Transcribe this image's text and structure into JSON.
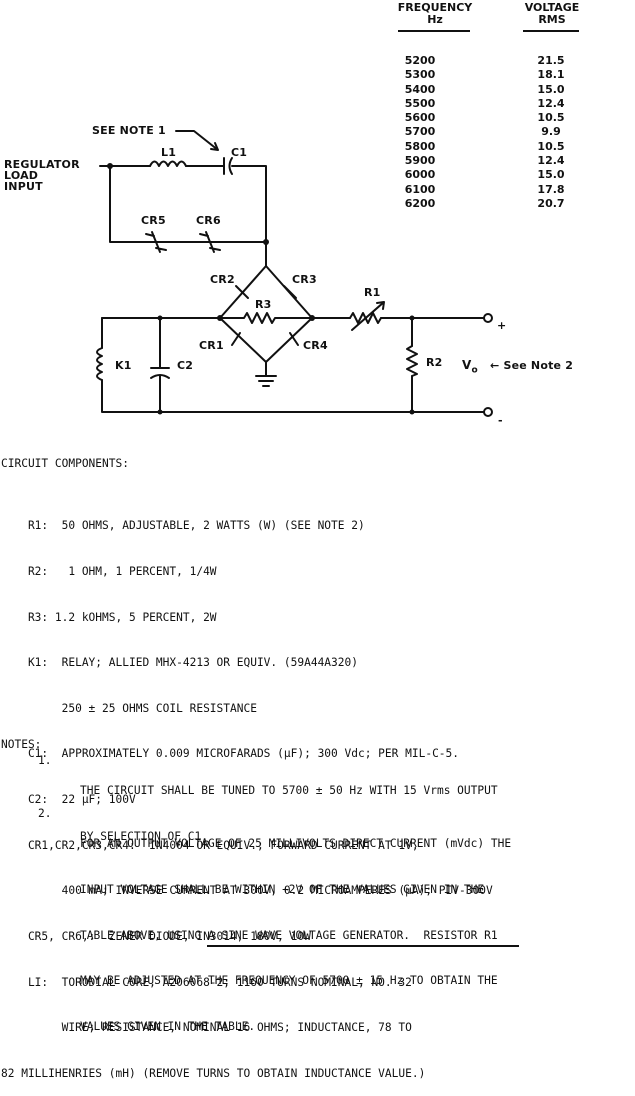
{
  "table": {
    "freq_header": [
      "FREQUENCY",
      "Hz"
    ],
    "volt_header": [
      "VOLTAGE",
      "RMS"
    ],
    "rows": [
      {
        "freq": "5200",
        "volt": "21.5"
      },
      {
        "freq": "5300",
        "volt": "18.1"
      },
      {
        "freq": "5400",
        "volt": "15.0"
      },
      {
        "freq": "5500",
        "volt": "12.4"
      },
      {
        "freq": "5600",
        "volt": "10.5"
      },
      {
        "freq": "5700",
        "volt": "9.9"
      },
      {
        "freq": "5800",
        "volt": "10.5"
      },
      {
        "freq": "5900",
        "volt": "12.4"
      },
      {
        "freq": "6000",
        "volt": "15.0"
      },
      {
        "freq": "6100",
        "volt": "17.8"
      },
      {
        "freq": "6200",
        "volt": "20.7"
      }
    ]
  },
  "schematic": {
    "see_note_1": "SEE NOTE 1",
    "input_label": [
      "REGULATOR",
      "LOAD",
      "INPUT"
    ],
    "l1": "L1",
    "c1": "C1",
    "cr5": "CR5",
    "cr6": "CR6",
    "cr2": "CR2",
    "cr3": "CR3",
    "cr1": "CR1",
    "cr4": "CR4",
    "r1": "R1",
    "r2": "R2",
    "r3": "R3",
    "k1": "K1",
    "c2": "C2",
    "plus": "+",
    "minus": "-",
    "vo_main": "V",
    "vo_sub": "o",
    "see_note_2": "← See Note 2"
  },
  "components": {
    "heading": "CIRCUIT COMPONENTS:",
    "lines": [
      "    R1:  50 OHMS, ADJUSTABLE, 2 WATTS (W) (SEE NOTE 2)",
      "    R2:   1 OHM, 1 PERCENT, 1/4W",
      "    R3: 1.2 kOHMS, 5 PERCENT, 2W",
      "    K1:  RELAY; ALLIED MHX-4213 OR EQUIV. (59A44A320)",
      "         250 ± 25 OHMS COIL RESISTANCE",
      "    C1:  APPROXIMATELY 0.009 MICROFARADS (µF); 300 Vdc; PER MIL-C-5.",
      "    C2:  22 µF; 100V",
      "    CR1,CR2,CR3,CR4:  IN4004 OR EQUIV.; FORWARD CURRENT AT 1V,",
      "         400 mA; INVERSE CURRENT AT 300V, 0.2 MICROAMPERES (µA); PIV-300V",
      "    CR5, CR6,:  ZENER DIODE, IN3014, 180V, 10W",
      "    LI:  TORODIAL CORE, A206068-2; 1160 TURNS NOMINAL, NO. 32",
      "         WIRE; RESISTANCE, NOMINAL 16 OHMS; INDUCTANCE, 78 TO",
      "82 MILLIHENRIES (mH) (REMOVE TURNS TO OBTAIN INDUCTANCE VALUE.)"
    ]
  },
  "notes": {
    "heading": "NOTES:",
    "items": [
      {
        "num": "1.",
        "lines": [
          "THE CIRCUIT SHALL BE TUNED TO 5700 ± 50 Hz WITH 15 Vrms OUTPUT",
          "BY SELECTION OF C1."
        ]
      },
      {
        "num": "2.",
        "lines": [
          "FOR AN OUTPUT VOLTAGE OF 25 MILLIVOLTS DIRECT CURRENT (mVdc) THE",
          "INPUT VOLTAGE SHALL BE WITHIN +2V OF THE VALUES GIVEN IN THE",
          "TABLE ABOVE, USING A SINE WAVE VOLTAGE GENERATOR.  RESISTOR R1",
          "MAY BE ADJUSTED AT THE FREQUENCY OF 5700 ± 15 Hz TO OBTAIN THE",
          "VALUES GIVEN IN THE TABLE."
        ]
      }
    ]
  }
}
